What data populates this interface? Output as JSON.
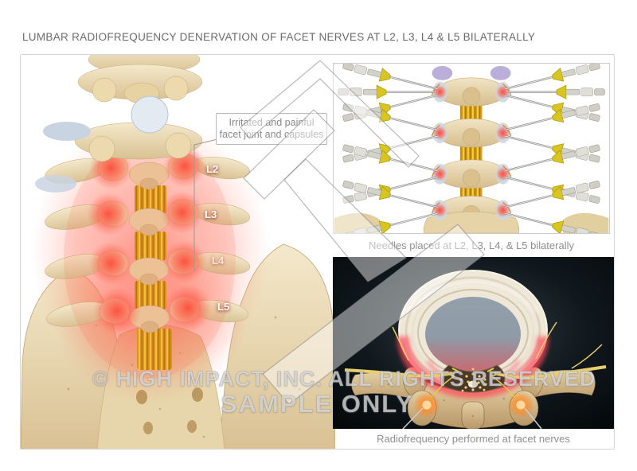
{
  "title": "LUMBAR RADIOFREQUENCY DENERVATION OF FACET NERVES AT L2, L3, L4 & L5 BILATERALLY",
  "left_panel": {
    "callout": "Irritated and painful facet joint and capsules",
    "vertebra_labels": [
      "L2",
      "L3",
      "L4",
      "L5"
    ]
  },
  "needles_panel": {
    "caption": "Needles placed at L2, L3, L4, & L5 bilaterally"
  },
  "rf_panel": {
    "caption": "Radiofrequency performed at facet nerves"
  },
  "watermark": {
    "copyright": "© HIGH IMPACT, INC. ALL RIGHTS RESERVED",
    "sample": "SAMPLE ONLY"
  },
  "colors": {
    "title_gray": "#6b6b6b",
    "caption_gray": "#8f8f8f",
    "border_gray": "#d4d4d4",
    "inflammation_red": "#ff4a38",
    "nerve_yellow": "#e8c838",
    "bone_tan": "#e5d2a6",
    "rf_orange": "#ff8d2a",
    "needle_hub_yellow": "#d9c51f",
    "disc_blue_gray": "#8e9aa6",
    "panel_black": "#070b0d"
  }
}
